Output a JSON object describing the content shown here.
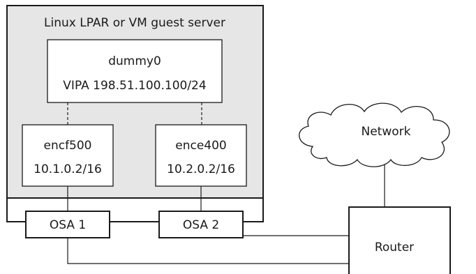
{
  "server": {
    "title": "Linux LPAR or VM guest server"
  },
  "dummy": {
    "name": "dummy0",
    "address": "VIPA 198.51.100.100/24"
  },
  "interfaces": [
    {
      "name": "encf500",
      "address": "10.1.0.2/16"
    },
    {
      "name": "ence400",
      "address": "10.2.0.2/16"
    }
  ],
  "osa": [
    {
      "label": "OSA 1"
    },
    {
      "label": "OSA 2"
    }
  ],
  "network": {
    "label": "Network"
  },
  "router": {
    "label": "Router"
  },
  "colors": {
    "server_fill": "#e6e6e6",
    "line": "#1a1a1a",
    "box_fill": "#ffffff"
  }
}
